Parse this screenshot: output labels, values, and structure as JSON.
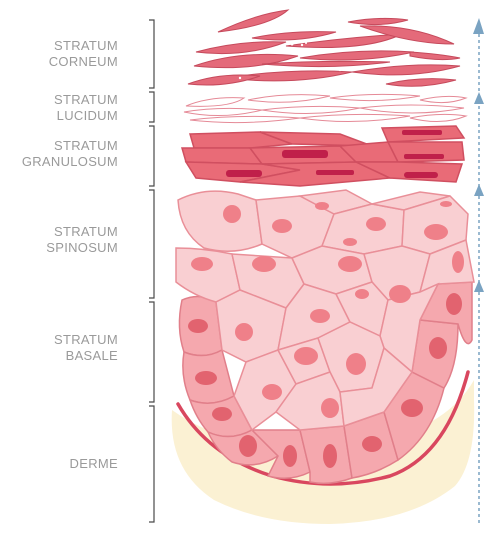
{
  "diagram": {
    "layers": [
      {
        "id": "corneum",
        "label": "STRATUM\nCORNEUM"
      },
      {
        "id": "lucidum",
        "label": "STRATUM\nLUCIDUM"
      },
      {
        "id": "granulosum",
        "label": "STRATUM\nGRANULOSUM"
      },
      {
        "id": "spinosum",
        "label": "STRATUM\nSPINOSUM"
      },
      {
        "id": "basale",
        "label": "STRATUM\nBASALE"
      },
      {
        "id": "derme",
        "label": "DERME"
      }
    ],
    "colors": {
      "label_text": "#9a9a9a",
      "bracket": "#4a4a4a",
      "corneum_fill": "#e46a7a",
      "corneum_stroke": "#c64a5c",
      "lucidum_stroke": "#e58a97",
      "granulosum_fill": "#e96b77",
      "granule": "#c0204a",
      "spinosum_fill": "#f9cfd2",
      "spinosum_stroke": "#e98f98",
      "nucleus": "#ef8089",
      "basale_fill": "#f5a8ae",
      "basal_membrane": "#d9475f",
      "derme_fill": "#fbf1d3",
      "arrow": "#7aa3c2"
    }
  }
}
